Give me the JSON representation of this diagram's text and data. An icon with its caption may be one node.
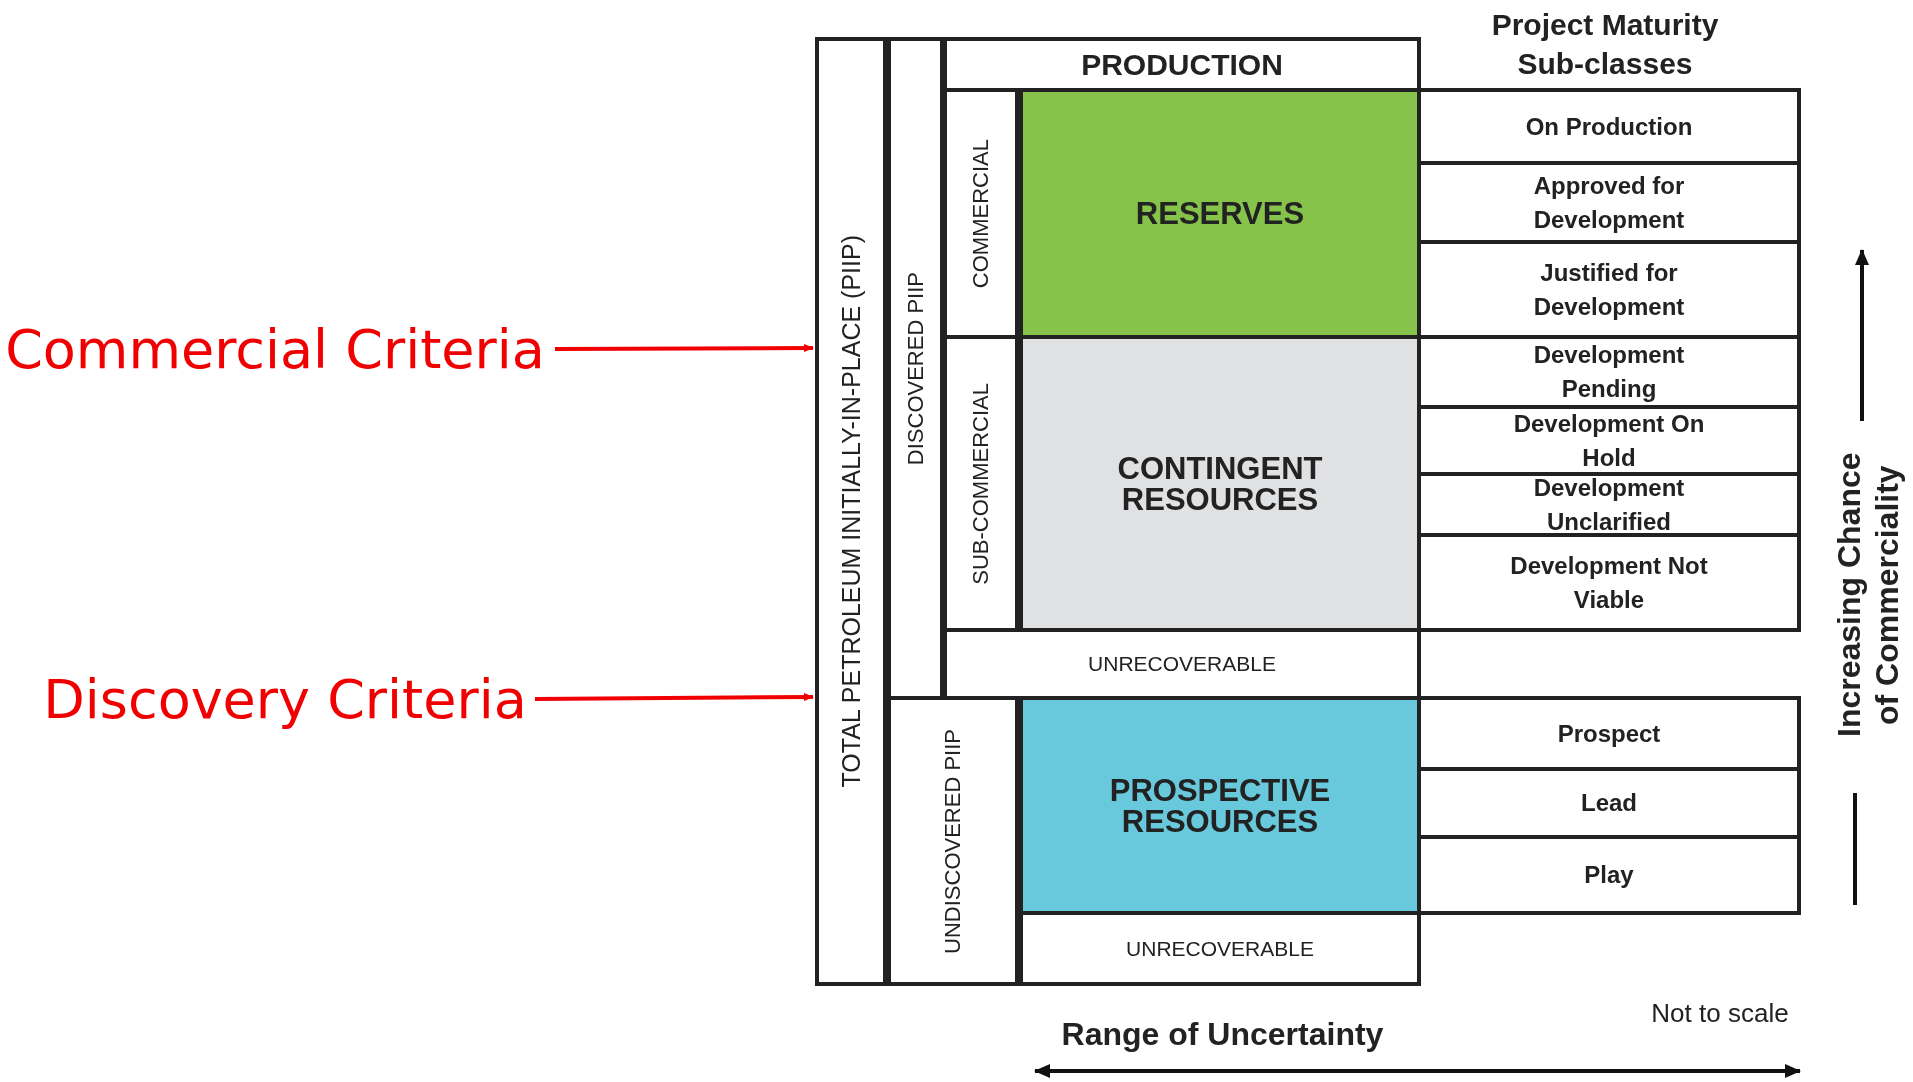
{
  "diagram": {
    "nodes": [
      {
        "text": [
          "TOTAL PETROLEUM INITIALLY-IN-PLACE (PIIP)"
        ]
      },
      {
        "text": [
          "DISCOVERED PIIP"
        ]
      },
      {
        "text": [
          "PRODUCTION"
        ]
      },
      {
        "text": [
          "COMMERCIAL"
        ]
      },
      {
        "text": [
          "RESERVES"
        ]
      },
      {
        "text": [
          "SUB-COMMERCIAL"
        ]
      },
      {
        "text": [
          "CONTINGENT RESOURCES"
        ]
      },
      {
        "text": [
          "UNRECOVERABLE"
        ]
      },
      {
        "text": [
          "UNDISCOVERED PIIP"
        ]
      },
      {
        "text": [
          "PROSPECTIVE RESOURCES"
        ]
      },
      {
        "text": [
          "UNRECOVERABLE"
        ]
      },
      {
        "text": [
          "On Production"
        ]
      },
      {
        "text": [
          "Approved for Development"
        ]
      },
      {
        "text": [
          "Justified for Development"
        ]
      },
      {
        "text": [
          "Development Pending"
        ]
      },
      {
        "text": [
          "Development On Hold"
        ]
      },
      {
        "text": [
          "Development Unclarified"
        ]
      },
      {
        "text": [
          "Development Not Viable"
        ]
      },
      {
        "text": [
          "Prospect"
        ]
      },
      {
        "text": [
          "Lead"
        ]
      },
      {
        "text": [
          "Play"
        ]
      },
      {
        "text": [
          "Commercial Criteria"
        ]
      },
      {
        "text": [
          "Discovery Criteria"
        ]
      }
    ],
    "edges": [
      {
        "from": 21,
        "to": 0,
        "arrow": "to"
      },
      {
        "from": 22,
        "to": 0,
        "arrow": "to"
      }
    ],
    "labels": [
      "Project Maturity Sub-classes",
      "Increasing Chance of Commerciality",
      "Not to scale",
      "Range of Uncertainty"
    ]
  }
}
